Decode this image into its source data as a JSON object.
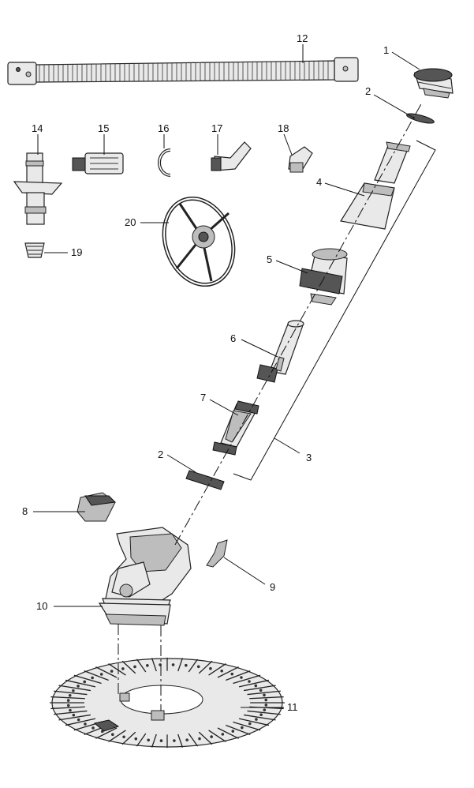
{
  "callouts": [
    "1",
    "2",
    "3",
    "4",
    "5",
    "6",
    "7",
    "8",
    "9",
    "10",
    "11",
    "12",
    "14",
    "15",
    "16",
    "17",
    "18",
    "19",
    "20",
    "2"
  ]
}
